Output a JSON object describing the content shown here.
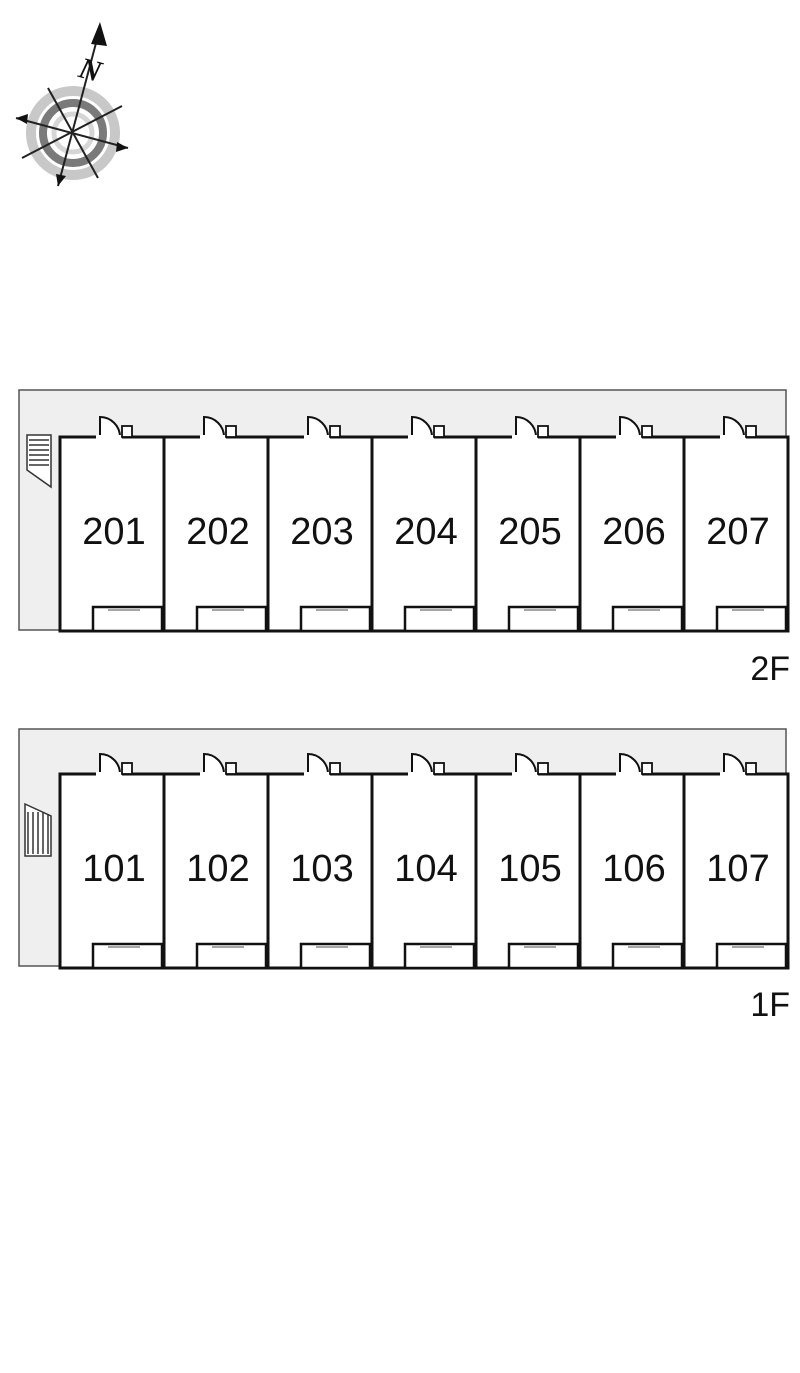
{
  "compass": {
    "label": "N",
    "icon": "compass-rose-icon"
  },
  "floors": [
    {
      "id": "2F",
      "label": "2F",
      "units": [
        "201",
        "202",
        "203",
        "204",
        "205",
        "206",
        "207"
      ]
    },
    {
      "id": "1F",
      "label": "1F",
      "units": [
        "101",
        "102",
        "103",
        "104",
        "105",
        "106",
        "107"
      ]
    }
  ],
  "colors": {
    "corridor": "#efefef",
    "wall": "#111111",
    "compass_ring_light": "#c8c8c8",
    "compass_ring_dark": "#7a7a7a"
  }
}
